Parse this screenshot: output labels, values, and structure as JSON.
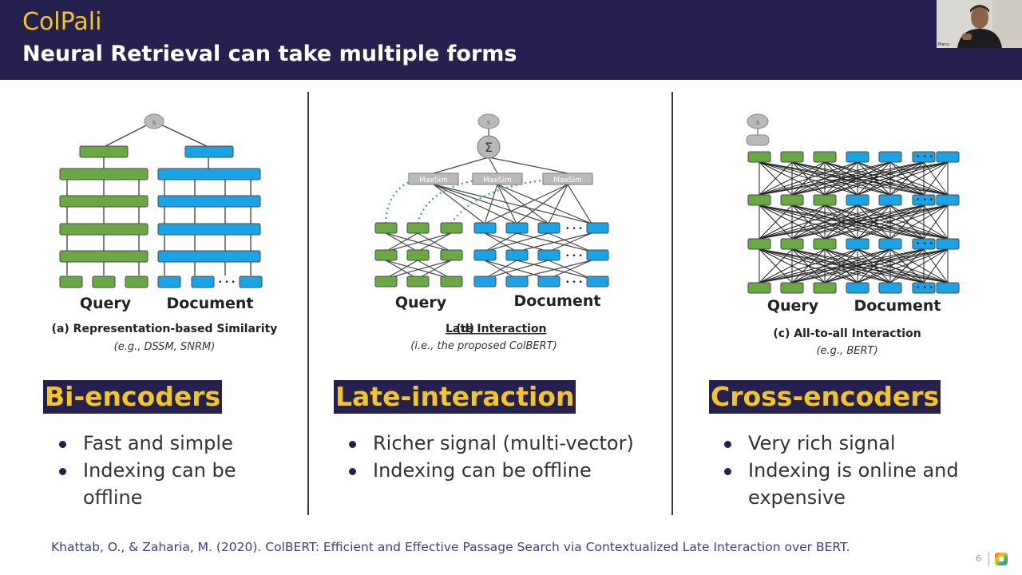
{
  "header": {
    "brand": "ColPali",
    "title": "Neural Retrieval can take multiple forms",
    "colors": {
      "bar": "#26204f",
      "accent": "#f3c623"
    }
  },
  "webcam": {
    "name_label": "Manu"
  },
  "columns": [
    {
      "id": "bi",
      "diagram": {
        "node_score": "s",
        "query_label": "Query",
        "document_label": "Document",
        "ellipsis": "• • •",
        "caption": "(a) Representation-based Similarity",
        "sub_caption": "(e.g., DSSM, SNRM)"
      },
      "heading": "Bi-encoders",
      "bullets": [
        "Fast and simple",
        "Indexing can be offline"
      ]
    },
    {
      "id": "late",
      "diagram": {
        "node_score": "s",
        "sum_symbol": "Σ",
        "maxsim": [
          "MaxSim",
          "MaxSim",
          "MaxSim"
        ],
        "query_label": "Query",
        "document_label": "Document",
        "ellipsis": "• • •",
        "caption_prefix": "(d) ",
        "caption_link": "Late Interaction",
        "sub_caption": "(i.e., the proposed ColBERT)"
      },
      "heading": "Late-interaction",
      "bullets": [
        "Richer signal (multi-vector)",
        "Indexing can be offline"
      ]
    },
    {
      "id": "cross",
      "diagram": {
        "node_score": "s",
        "query_label": "Query",
        "document_label": "Document",
        "ellipsis": "• • •",
        "caption": "(c) All-to-all Interaction",
        "sub_caption": "(e.g., BERT)"
      },
      "heading": "Cross-encoders",
      "bullets": [
        "Very rich signal",
        "Indexing is online and expensive"
      ]
    }
  ],
  "colors": {
    "query": "#6aa843",
    "document": "#1aa3e6",
    "node": "#b9b9b9"
  },
  "citation": "Khattab, O., & Zaharia, M. (2020). ColBERT: Efficient and Effective Passage Search via Contextualized Late Interaction over BERT.",
  "footer": {
    "page_number": "6"
  }
}
